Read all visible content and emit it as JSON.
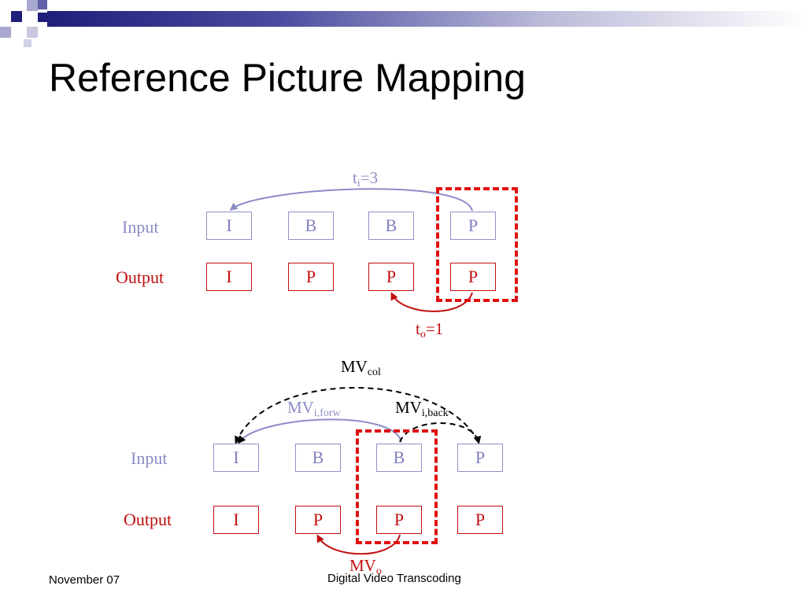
{
  "slide": {
    "title": "Reference Picture Mapping",
    "footer_left": "November 07",
    "footer_center": "Digital Video Transcoding"
  },
  "colors": {
    "input": "#8c8cc8",
    "output": "#c01010",
    "selection": "#e01010",
    "title_bar": "#1f1f7a"
  },
  "diagram_top": {
    "input_label": "Input",
    "output_label": "Output",
    "input_frames": [
      "I",
      "B",
      "B",
      "P"
    ],
    "output_frames": [
      "I",
      "P",
      "P",
      "P"
    ],
    "ti_label": {
      "main": "t",
      "sub": "i",
      "rest": "=3"
    },
    "to_label": {
      "main": "t",
      "sub": "o",
      "rest": "=1"
    }
  },
  "diagram_bottom": {
    "input_label": "Input",
    "output_label": "Output",
    "input_frames": [
      "I",
      "B",
      "B",
      "P"
    ],
    "output_frames": [
      "I",
      "P",
      "P",
      "P"
    ],
    "mv_col": {
      "main": "MV",
      "sub": "col"
    },
    "mv_forw": {
      "main": "MV",
      "sub": "i,forw"
    },
    "mv_back": {
      "main": "MV",
      "sub": "i,back"
    },
    "mv_o": {
      "main": "MV",
      "sub": "o"
    }
  }
}
